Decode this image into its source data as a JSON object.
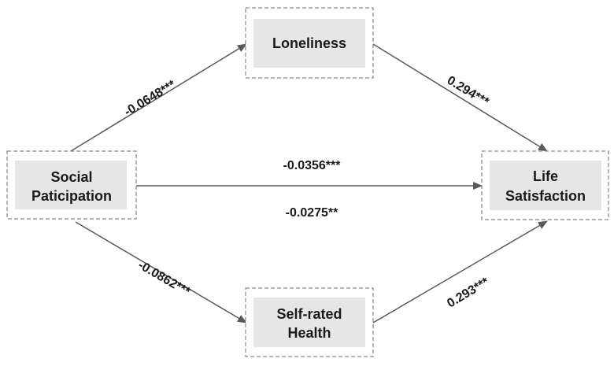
{
  "diagram": {
    "nodes": {
      "social": {
        "line1": "Social",
        "line2": "Paticipation"
      },
      "loneliness": {
        "line1": "Loneliness"
      },
      "health": {
        "line1": "Self-rated",
        "line2": "Health"
      },
      "life": {
        "line1": "Life",
        "line2": "Satisfaction"
      }
    },
    "paths": {
      "social_to_loneliness": "-0.0648***",
      "loneliness_to_life": "0.294***",
      "direct_upper": "-0.0356***",
      "direct_lower": "-0.0275**",
      "social_to_health": "-0.0862***",
      "health_to_life": "0.293***"
    }
  }
}
